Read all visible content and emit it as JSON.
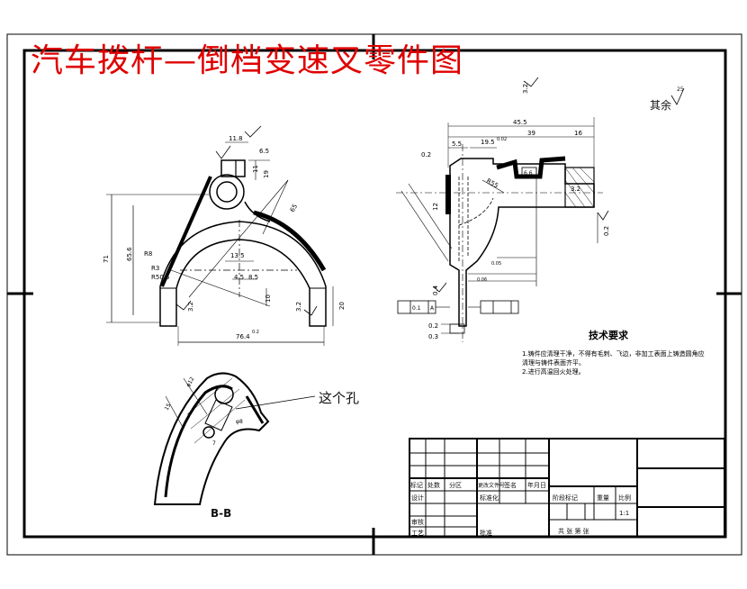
{
  "drawing": {
    "title": "汽车拨杆—倒档变速叉零件图",
    "callout": "这个孔",
    "section_label": "B-B",
    "roughness_note": "其余",
    "roughness_value": "25"
  },
  "technical_requirements": {
    "heading": "技术要求",
    "notes": [
      "1.铸件应清理干净，不得有毛刺、飞边，非加工表面上铸造圆角应",
      "清理与铸件表面齐平。",
      "2.进行高温回火处理。"
    ]
  },
  "dimensions": {
    "front_view": [
      "11.8",
      "6.5",
      "11",
      "19",
      "65",
      "R8",
      "R3",
      "13.5",
      "4.5",
      "8.5",
      "10",
      "3.2",
      "20",
      "71",
      "65.6",
      "76.4",
      "0.2",
      "R50.5",
      "3.2"
    ],
    "side_view": [
      "3.2",
      "45.5",
      "39",
      "16",
      "5.5",
      "19.5",
      "0.02",
      "0.2",
      "6.6",
      "3.2",
      "12",
      "0.05",
      "0.06",
      "0.4",
      "0.1",
      "A",
      "0.2",
      "0.3",
      "R55",
      "0.2"
    ]
  },
  "title_block": {
    "row_labels": [
      "标记",
      "处数",
      "分区",
      "更改文件号",
      "签名",
      "年月日"
    ],
    "design": "设计",
    "standardization": "标准化",
    "review": "审核",
    "process": "工艺",
    "approve": "批准",
    "stage_mark": "阶段标记",
    "weight": "重量",
    "scale_label": "比例",
    "scale_value": "1:1",
    "sheet_info": "共 张 第 张"
  }
}
